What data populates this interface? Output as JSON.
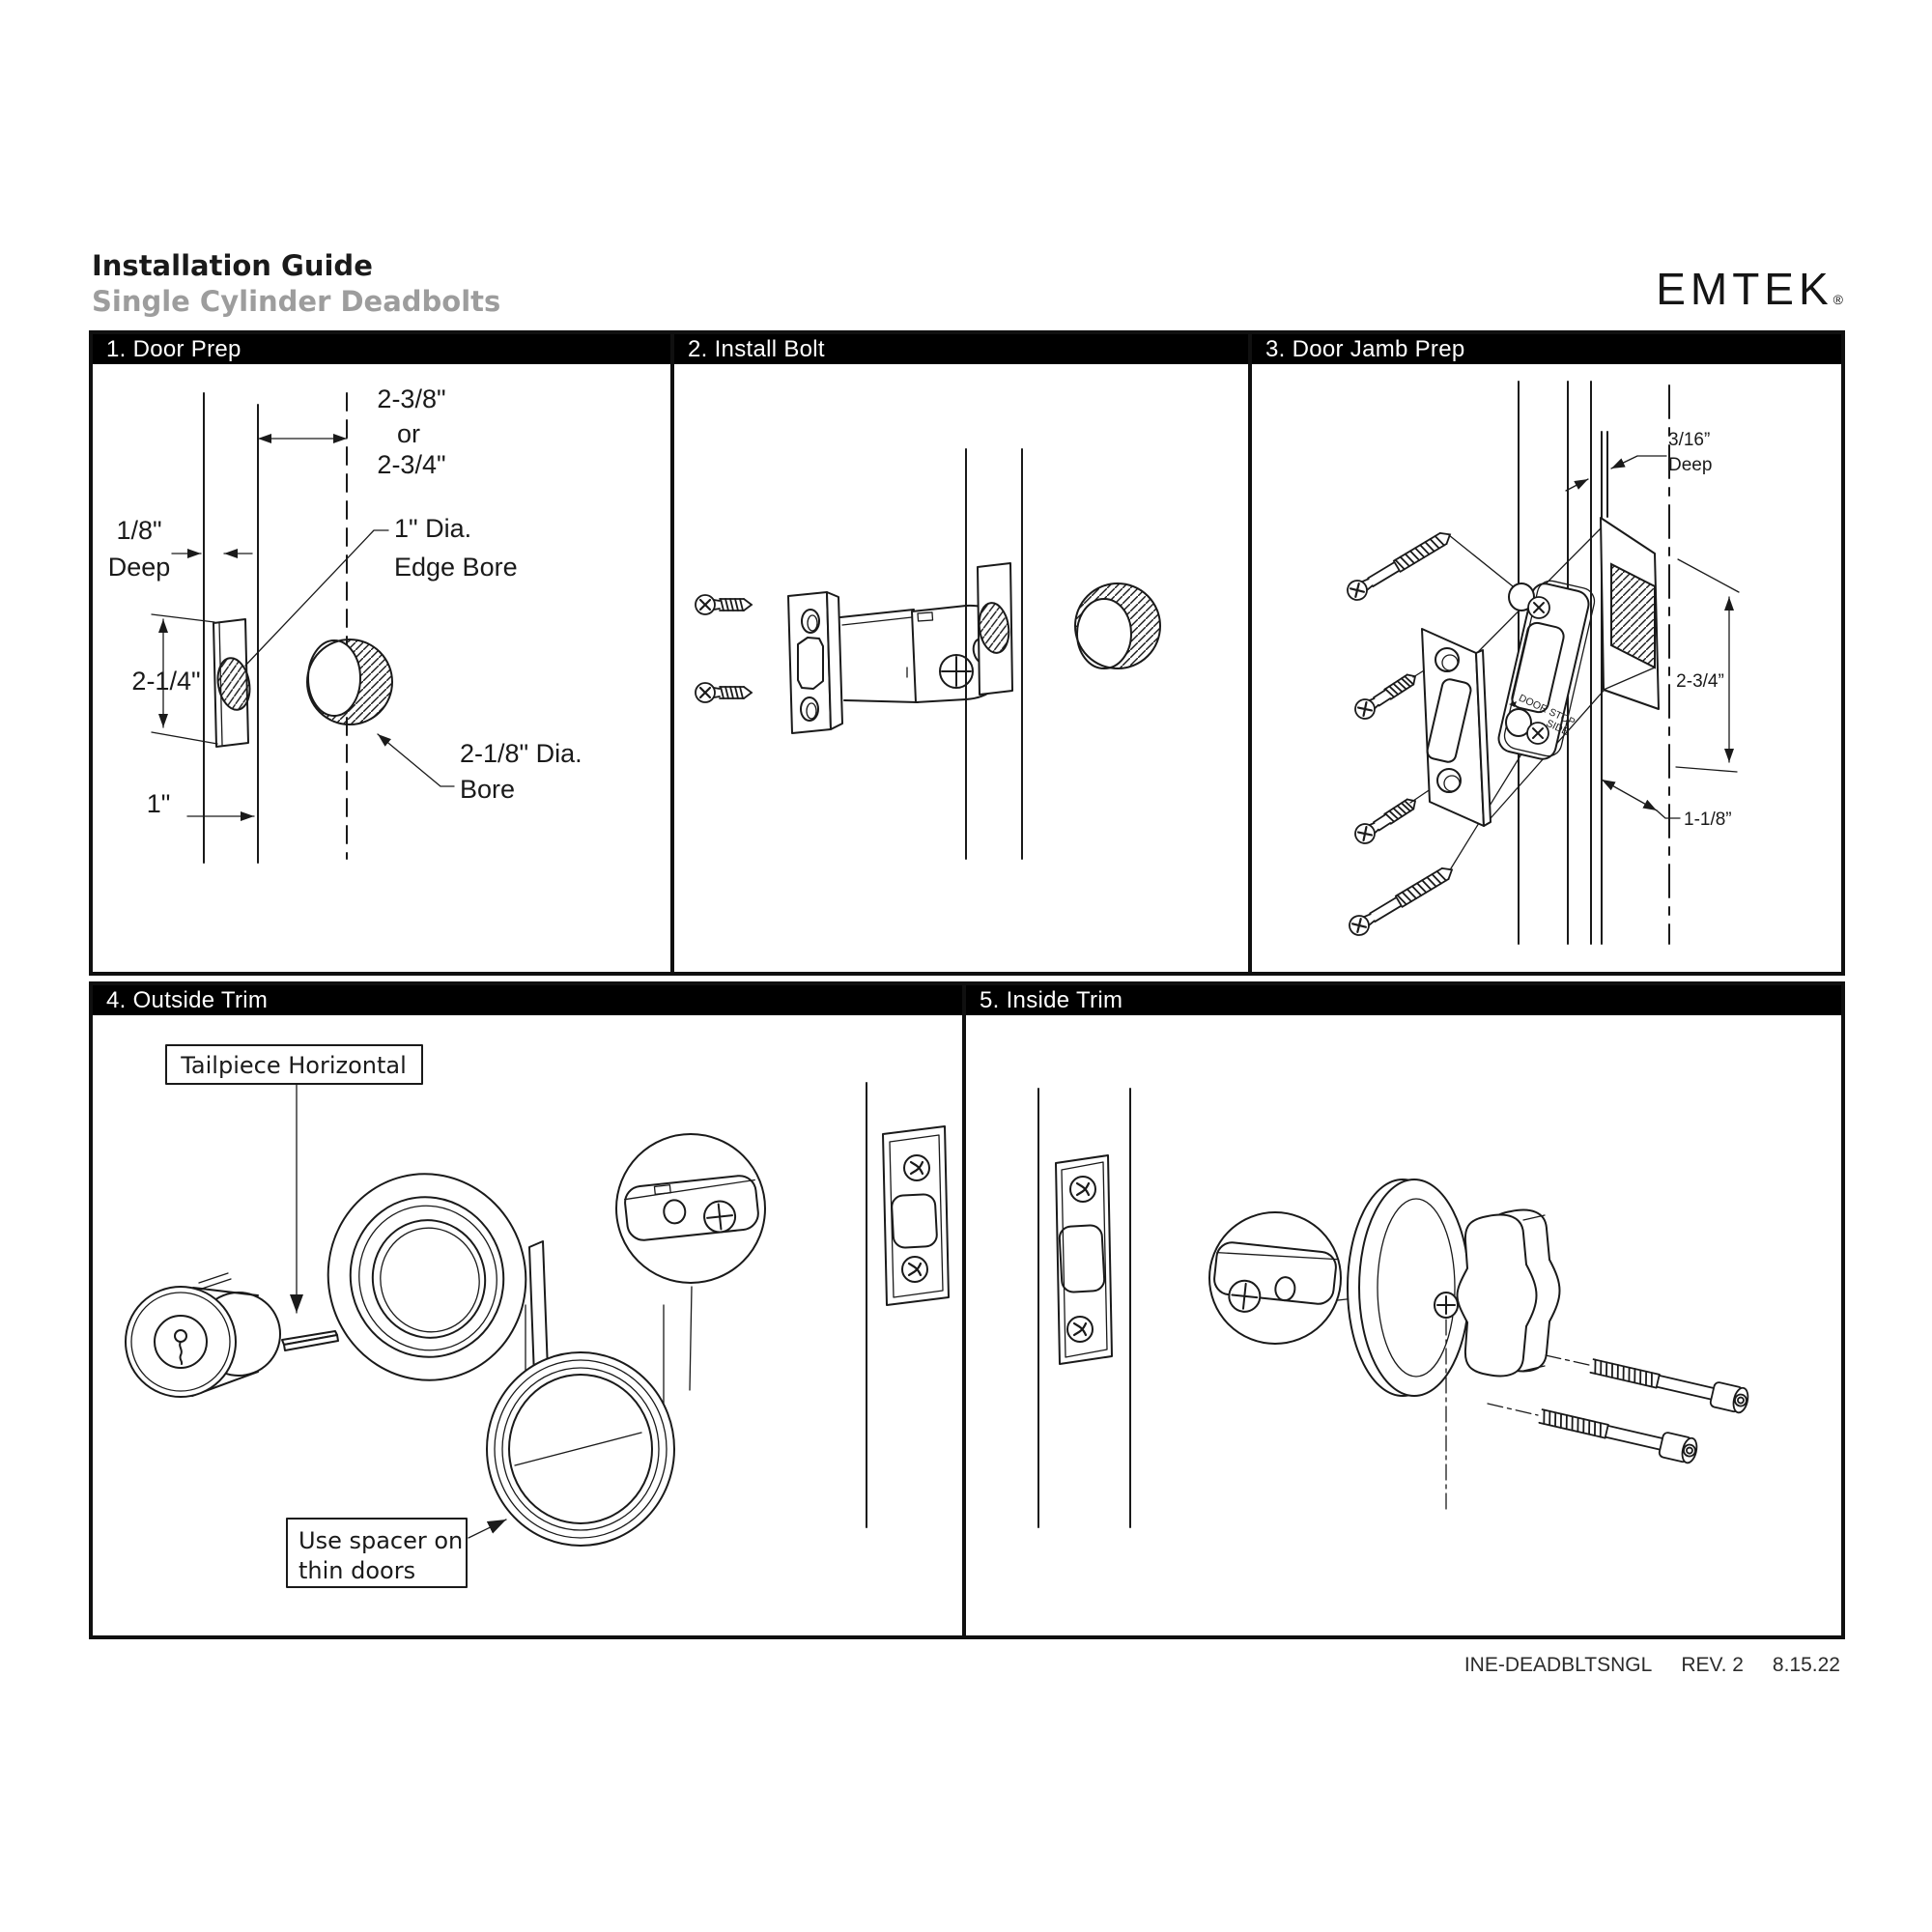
{
  "header": {
    "title": "Installation Guide",
    "subtitle": "Single Cylinder Deadbolts",
    "brand": "EMTEK",
    "registered": "®",
    "subtitle_color": "#9d9d9d",
    "ink_color": "#1a1a1a"
  },
  "panels": {
    "p1": {
      "title": "1. Door Prep",
      "labels": {
        "backset_top": "2-3/8\"",
        "backset_or": "or",
        "backset_bottom": "2-3/4\"",
        "deep_val": "1/8\"",
        "deep_word": "Deep",
        "edge_bore_1": "1\" Dia.",
        "edge_bore_2": "Edge Bore",
        "height_val": "2-1/4\"",
        "bore_1": "2-1/8\" Dia.",
        "bore_2": "Bore",
        "edge_width": "1\""
      }
    },
    "p2": {
      "title": "2. Install Bolt"
    },
    "p3": {
      "title": "3. Door Jamb Prep",
      "labels": {
        "deep_val": "3/16”",
        "deep_word": "Deep",
        "height_val": "2-3/4”",
        "width_val": "1-1/8”",
        "plate_text_1": "DOOR STOP",
        "plate_text_2": "SIDE"
      }
    },
    "p4": {
      "title": "4. Outside Trim",
      "labels": {
        "tailpiece": "Tailpiece Horizontal",
        "spacer_1": "Use spacer on",
        "spacer_2": "thin doors"
      }
    },
    "p5": {
      "title": "5. Inside Trim"
    }
  },
  "footer": {
    "doc_id": "INE-DEADBLTSNGL",
    "rev": "REV. 2",
    "date": "8.15.22"
  }
}
